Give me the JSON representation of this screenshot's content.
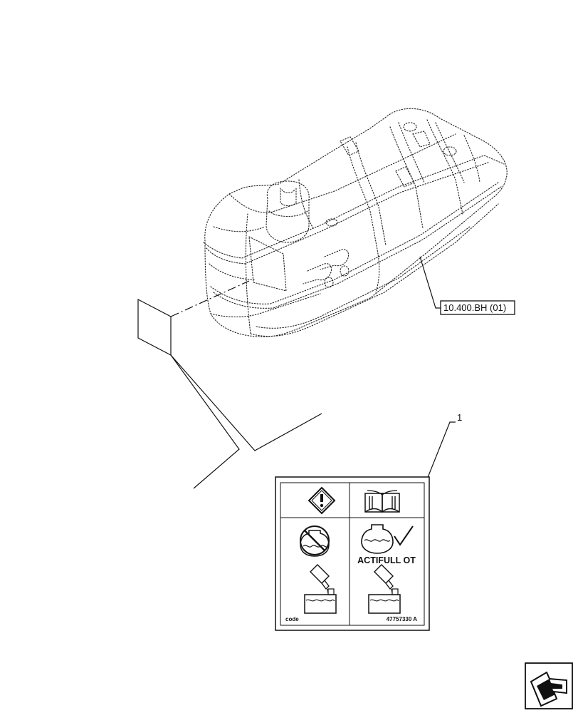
{
  "callouts": {
    "reference_label": "10.400.BH (01)",
    "item_number": "1"
  },
  "decal": {
    "caption": "ACTIFULL OT",
    "code_label": "code",
    "part_number": "47757330 A",
    "icons": [
      "warning-icon",
      "manual-book-icon",
      "tank-prohibited-icon",
      "tank-check-icon",
      "fill-bottle-icon",
      "fill-bottle-icon"
    ]
  },
  "navigation": {
    "next_page_icon": "arrow-next-icon"
  }
}
